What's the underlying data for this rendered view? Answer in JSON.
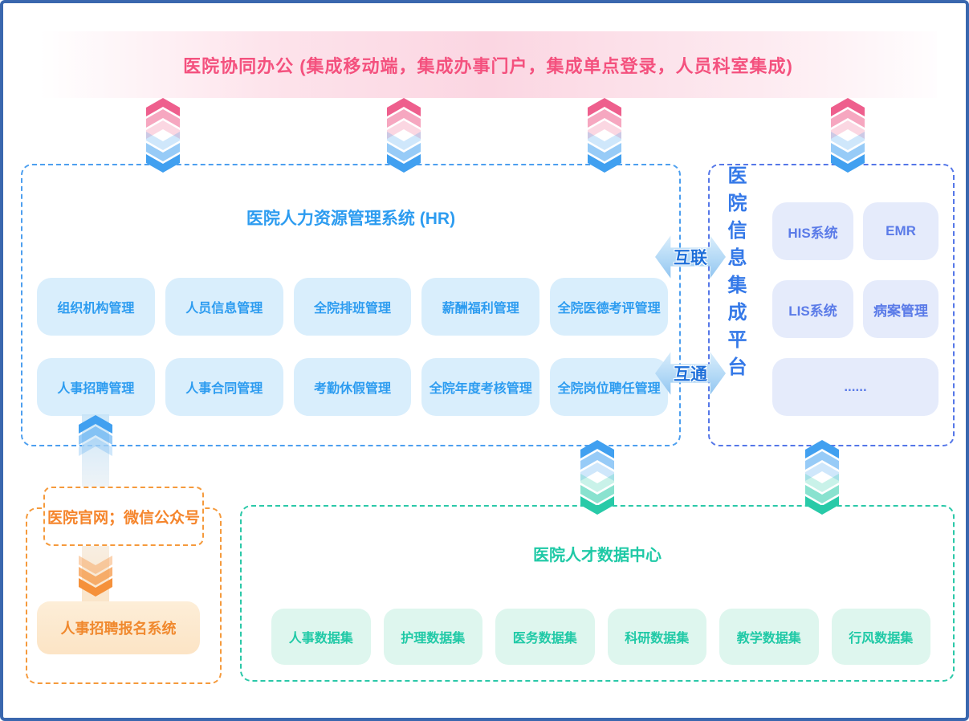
{
  "banner": {
    "title": "医院协同办公 (集成移动端，集成办事门户，集成单点登录，人员科室集成)"
  },
  "hr_system": {
    "title": "医院人力资源管理系统 (HR)",
    "modules_row1": [
      "组织机构管理",
      "人员信息管理",
      "全院排班管理",
      "薪酬福利管理",
      "全院医德考评管理"
    ],
    "modules_row2": [
      "人事招聘管理",
      "人事合同管理",
      "考勤休假管理",
      "全院年度考核管理",
      "全院岗位聘任管理"
    ]
  },
  "integration_platform": {
    "title": "医院信息集成平台",
    "systems": [
      "HIS系统",
      "EMR",
      "LIS系统",
      "病案管理",
      "......"
    ]
  },
  "connectors": {
    "link_label": "互联",
    "through_label": "互通"
  },
  "data_center": {
    "title": "医院人才数据中心",
    "datasets": [
      "人事数据集",
      "护理数据集",
      "医务数据集",
      "科研数据集",
      "教学数据集",
      "行风数据集"
    ]
  },
  "recruitment": {
    "portal_label": "医院官网；微信公众号",
    "system_label": "人事招聘报名系统"
  },
  "colors": {
    "pink": "#f4517e",
    "blue": "#2d9cf0",
    "indigo": "#5b7be8",
    "teal": "#1fc9a6",
    "orange": "#f5913b",
    "frame": "#3a67ae"
  }
}
